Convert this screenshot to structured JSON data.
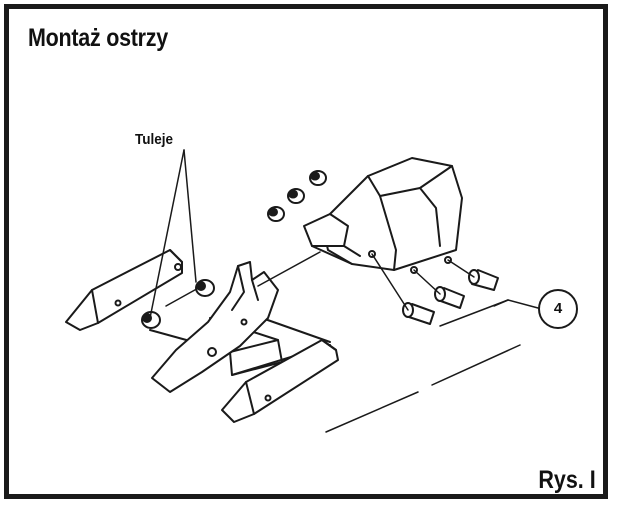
{
  "title": "Montaż ostrzy",
  "figure_label": "Rys. I",
  "callouts": {
    "bushings": "Tuleje",
    "bolts_number": "4"
  },
  "colors": {
    "line": "#1a1a1a",
    "background": "#ffffff"
  }
}
